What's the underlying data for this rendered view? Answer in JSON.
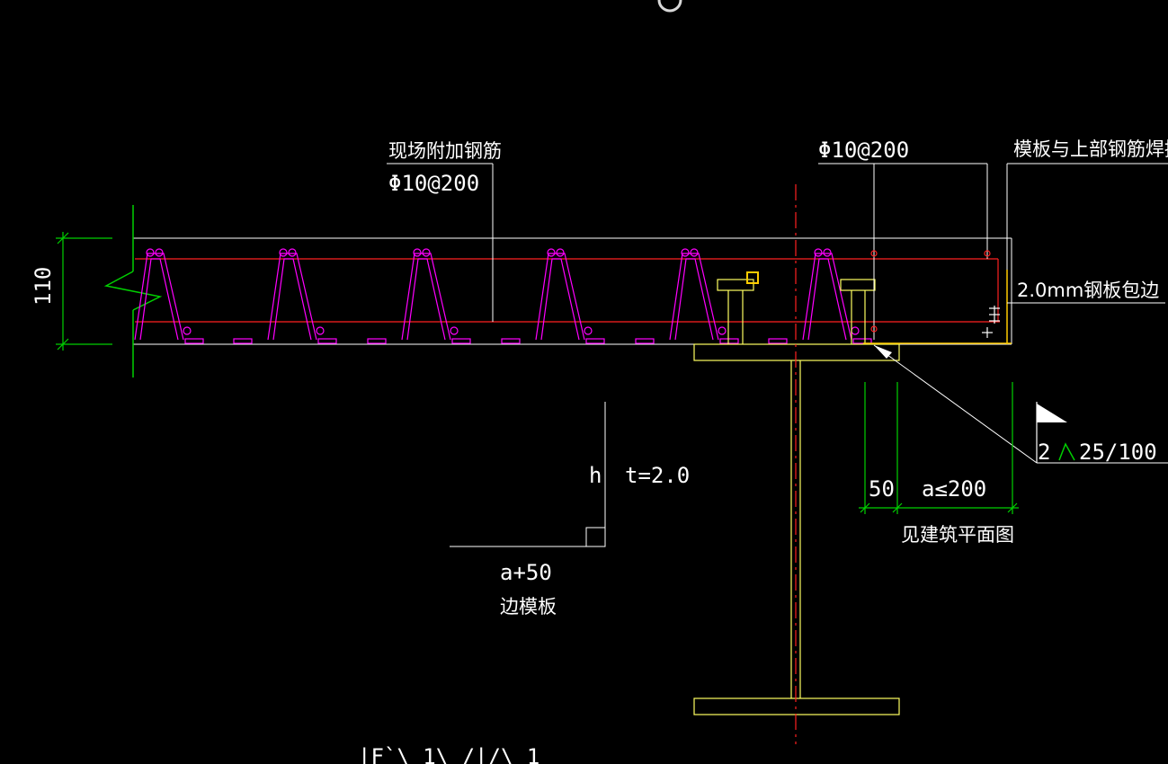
{
  "drawing": {
    "labels": {
      "site_rebar": "现场附加钢筋",
      "rebar_spec_left": "Φ10@200",
      "rebar_spec_right": "Φ10@200",
      "formwork_weld": "模板与上部钢筋焊接",
      "steel_edge": "2.0mm钢板包边",
      "slab_thickness": "110",
      "weld_size": "2",
      "weld_spacing": "25/100",
      "dim_50": "50",
      "dim_a": "a≤200",
      "see_plan": "见建筑平面图",
      "h": "h",
      "t": "t=2.0",
      "a_plus_50": "a+50",
      "edge_form": "边模板",
      "bottom_partial": "|F`\\ 1\\ /|/\\ 1"
    },
    "colors": {
      "background": "#000000",
      "green": "#00d000",
      "magenta": "#ff00ff",
      "red": "#ff2020",
      "yellow": "#ffff60",
      "white": "#ffffff",
      "orange": "#ffcc00"
    }
  }
}
